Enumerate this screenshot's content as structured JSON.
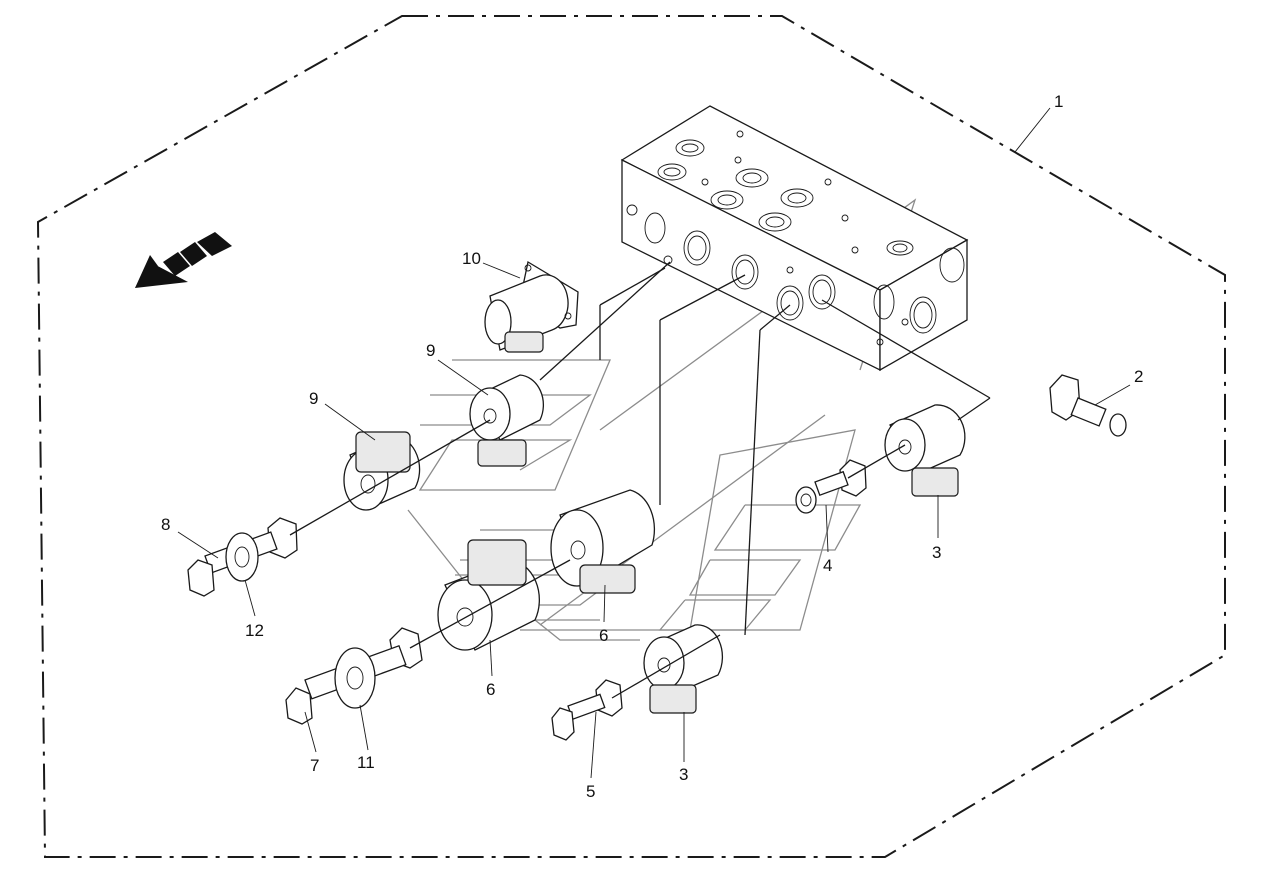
{
  "labels": {
    "p1": "1",
    "p2": "2",
    "p3a": "3",
    "p3b": "3",
    "p4": "4",
    "p5": "5",
    "p6a": "6",
    "p6b": "6",
    "p7": "7",
    "p8": "8",
    "p9a": "9",
    "p9b": "9",
    "p10": "10",
    "p11": "11",
    "p12": "12"
  },
  "colors": {
    "line": "#1a1a1a",
    "guide": "#8c8c8c",
    "background": "#ffffff"
  },
  "icons": {
    "direction": "direction-arrow-icon"
  }
}
